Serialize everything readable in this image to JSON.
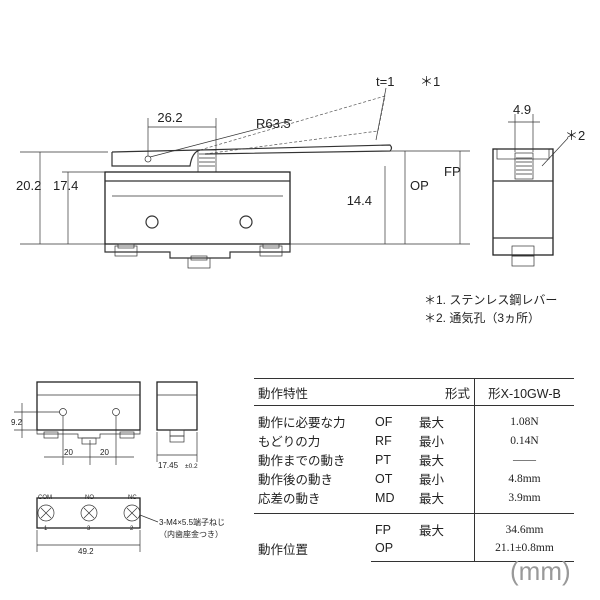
{
  "dims": {
    "t": "t=1",
    "lever_note_mark": "＊1",
    "len_26_2": "26.2",
    "radius": "R63.5",
    "h_20_2": "20.2",
    "h_17_4": "17.4",
    "h_14_4": "14.4",
    "op": "OP",
    "fp": "FP",
    "w_4_9": "4.9",
    "vent_mark": "＊2",
    "h_9_2": "9.2",
    "pitch_a": "20",
    "pitch_b": "20",
    "w_17_45": "17.45",
    "tol": "±0.2",
    "w_49_2": "49.2"
  },
  "terminals": {
    "com": "COM",
    "no": "NO",
    "nc": "NC",
    "n1": "1",
    "n3": "3",
    "n2": "2"
  },
  "screw_note_1": "3-M4×5.5端子ねじ",
  "screw_note_2": "（内歯座金つき）",
  "notes": [
    "＊1. ステンレス鋼レバー",
    "＊2. 通気孔（3ヵ所）"
  ],
  "table": {
    "header_label": "動作特性",
    "header_type": "形式",
    "model": "形X-10GW-B",
    "rows": [
      {
        "label": "動作に必要な力",
        "abbr": "OF",
        "limit": "最大",
        "value": "1.08N"
      },
      {
        "label": "もどりの力",
        "abbr": "RF",
        "limit": "最小",
        "value": "0.14N"
      },
      {
        "label": "動作までの動き",
        "abbr": "PT",
        "limit": "最大",
        "value": "――"
      },
      {
        "label": "動作後の動き",
        "abbr": "OT",
        "limit": "最小",
        "value": "4.8mm"
      },
      {
        "label": "応差の動き",
        "abbr": "MD",
        "limit": "最大",
        "value": "3.9mm"
      }
    ],
    "position": {
      "label": "動作位置",
      "fp_abbr": "FP",
      "fp_limit": "最大",
      "fp_value": "34.6mm",
      "op_abbr": "OP",
      "op_value": "21.1±0.8mm"
    }
  },
  "unit": "(mm)"
}
